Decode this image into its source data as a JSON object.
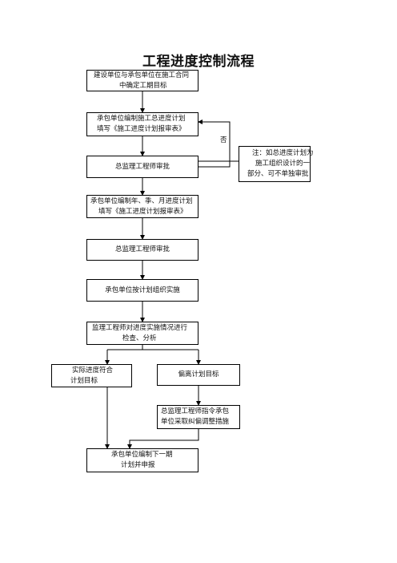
{
  "title": "工程进度控制流程",
  "nodes": {
    "n1": {
      "l1": "建设单位与承包单位在施工合同",
      "l2": "中确定工期目标"
    },
    "n2": {
      "l1": "承包单位编制施工总进度计划",
      "l2": "填写《施工进度计划报审表》"
    },
    "n3": {
      "l1": "总监理工程师审批"
    },
    "note": {
      "l1": "注：如总进度计划为",
      "l2": "施工组织设计的一",
      "l3": "部分、可不单独审批"
    },
    "n4": {
      "l1": "承包单位编制年、季、月进度计划",
      "l2": "填写《施工进度计划报审表》"
    },
    "n5": {
      "l1": "总监理工程师审批"
    },
    "n6": {
      "l1": "承包单位按计划组织实施"
    },
    "n7": {
      "l1": "监理工程师对进度实施情况进行",
      "l2": "检查、分析"
    },
    "n8": {
      "l1": "实际进度符合",
      "l2": "计划目标"
    },
    "n9": {
      "l1": "偏离计划目标"
    },
    "n10": {
      "l1": "总监理工程师指令承包",
      "l2": "单位采取纠偏调整措施"
    },
    "n11": {
      "l1": "承包单位编制下一期",
      "l2": "计划并申报"
    }
  },
  "labels": {
    "reject": "否"
  }
}
